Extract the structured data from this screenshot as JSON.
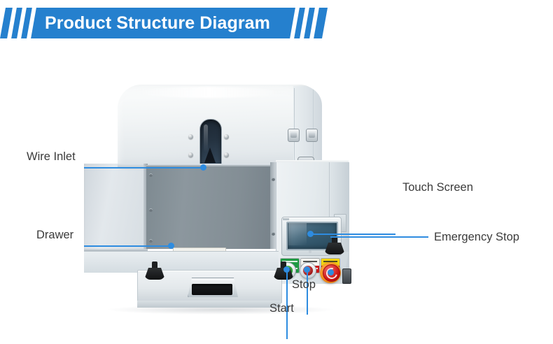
{
  "header": {
    "title": "Product Structure Diagram",
    "accent_color": "#2580ce",
    "title_color": "#ffffff",
    "slash_count_left": 3,
    "slash_count_right": 3
  },
  "diagram": {
    "subject": "wire-processing-machine",
    "leader_line_color": "#2e8ce0",
    "label_text_color": "#3b3b3b",
    "callouts": [
      {
        "id": "wire-inlet",
        "label": "Wire Inlet",
        "side": "left"
      },
      {
        "id": "drawer",
        "label": "Drawer",
        "side": "left"
      },
      {
        "id": "touch-screen",
        "label": "Touch Screen",
        "side": "right"
      },
      {
        "id": "emergency-stop",
        "label": "Emergency Stop",
        "side": "right"
      },
      {
        "id": "stop",
        "label": "Stop",
        "side": "bottom"
      },
      {
        "id": "start",
        "label": "Start",
        "side": "bottom"
      }
    ]
  },
  "machine": {
    "controls": {
      "start_button_color": "#18901f",
      "stop_button_color": "#9c1414",
      "emergency_stop_color": "#cc1212",
      "emergency_stop_collar_color": "#f08a1a",
      "hmi_screen_color": "#3b6075"
    },
    "body": {
      "hood_color": "#f1f4f5",
      "front_door_color": "#838e95",
      "cabinet_color": "#e4eaed",
      "foot_color": "#1d1f21"
    }
  }
}
